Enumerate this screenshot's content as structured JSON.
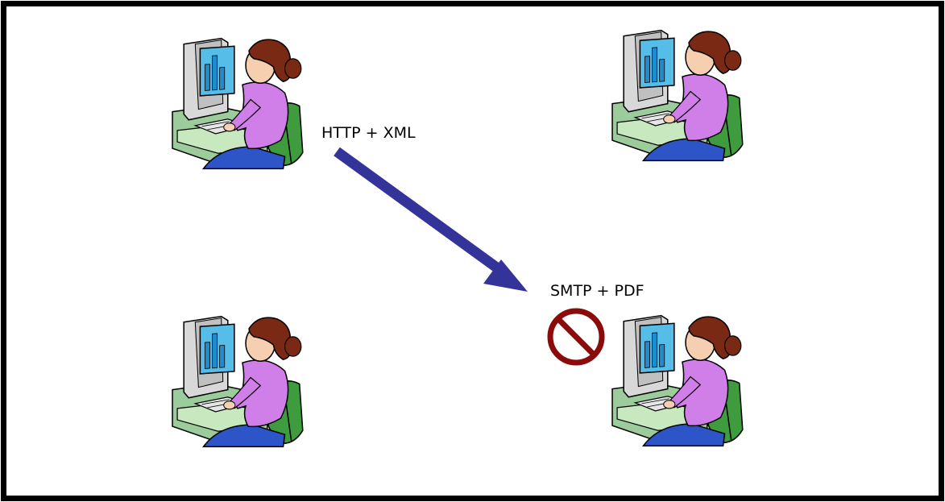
{
  "diagram": {
    "nodes": [
      {
        "id": "user-top-left",
        "icon": "person-at-computer-icon"
      },
      {
        "id": "user-top-right",
        "icon": "person-at-computer-icon"
      },
      {
        "id": "user-bottom-left",
        "icon": "person-at-computer-icon"
      },
      {
        "id": "user-bottom-right",
        "icon": "person-at-computer-icon"
      }
    ],
    "edges": [
      {
        "from": "user-top-left",
        "to": "user-bottom-right",
        "label": "HTTP + XML",
        "color": "#33339a"
      }
    ],
    "annotations": [
      {
        "label": "SMTP + PDF",
        "symbol": "prohibited-icon",
        "color": "#8b0a0a"
      }
    ]
  }
}
